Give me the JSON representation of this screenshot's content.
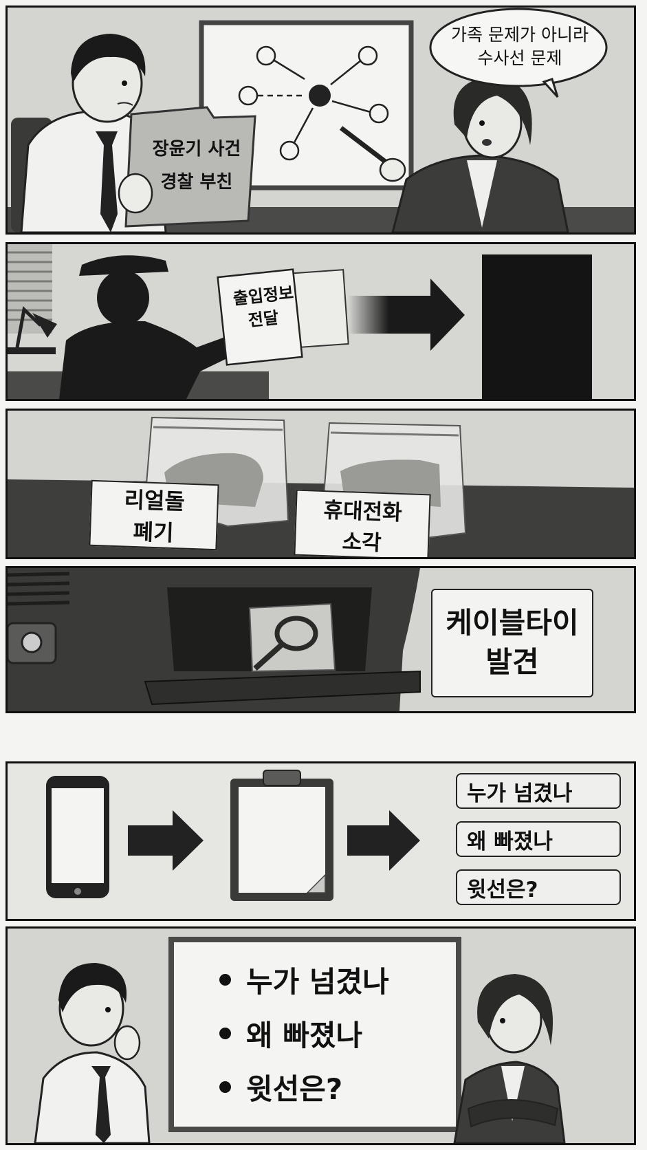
{
  "panel1": {
    "folder_line1": "장윤기 사건",
    "folder_line2": "경찰 부친",
    "speech_line1": "가족 문제가 아니라",
    "speech_line2": "수사선 문제"
  },
  "panel2": {
    "card_line1": "출입정보",
    "card_line2": "전달"
  },
  "panel3": {
    "left_tag_line1": "리얼돌",
    "left_tag_line2": "폐기",
    "right_tag_line1": "휴대전화",
    "right_tag_line2": "소각"
  },
  "panel4": {
    "sign_line1": "케이블타이",
    "sign_line2": "발견"
  },
  "panel5": {
    "questions": [
      "누가 넘겼나",
      "왜 빠졌나",
      "윗선은?"
    ]
  },
  "panel6": {
    "board_items": [
      "누가 넘겼나",
      "왜 빠졌나",
      "윗선은?"
    ]
  },
  "colors": {
    "ink": "#111111",
    "paper": "#f3f3f1",
    "background": "#d9d9d6"
  }
}
